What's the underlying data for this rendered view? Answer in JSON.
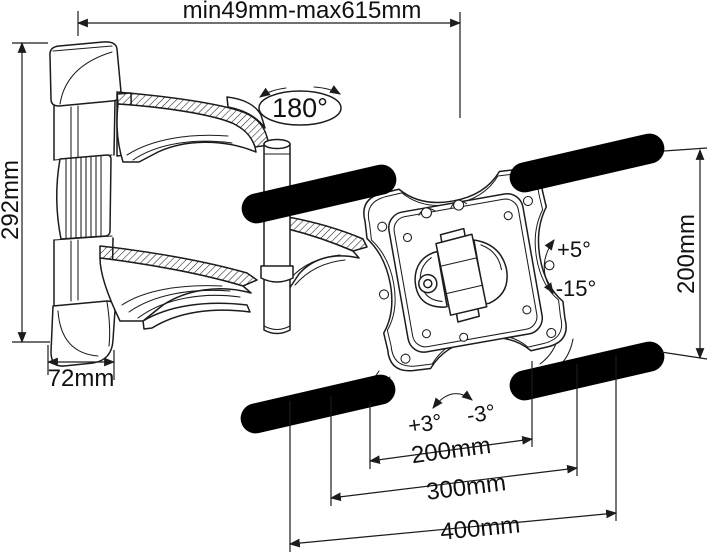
{
  "figure": {
    "subject": "Full-motion articulating TV wall mount — dimensioned technical drawing",
    "colors": {
      "background": "#ffffff",
      "line": "#1c1c1c"
    },
    "labels": {
      "extension_range": "min49mm-max615mm",
      "wall_plate_height": "292mm",
      "wall_plate_depth": "72mm",
      "swivel_range": "180°",
      "tilt_up": "+5°",
      "tilt_down": "-15°",
      "level_adjust_plus": "+3°",
      "level_adjust_minus": "-3°",
      "vesa_height": "200mm",
      "vesa_width_small": "200mm",
      "vesa_width_medium": "300mm",
      "vesa_width_large": "400mm"
    }
  }
}
